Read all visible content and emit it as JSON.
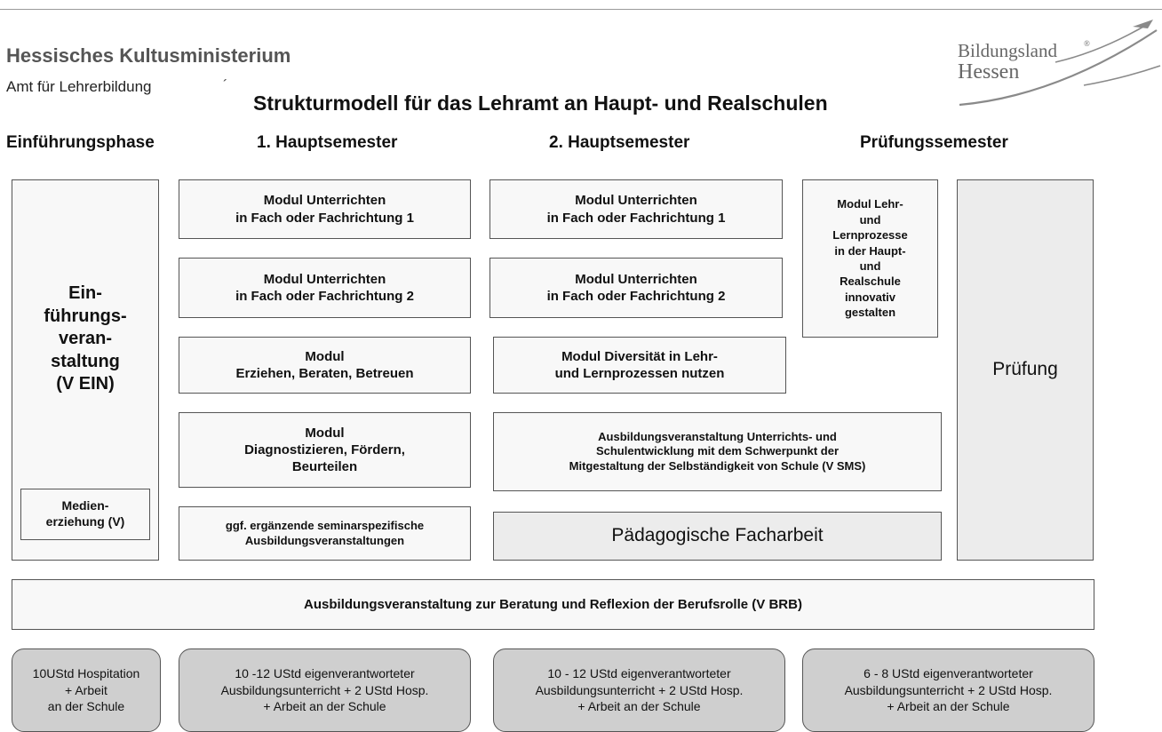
{
  "header": {
    "ministry": "Hessisches Kultusministerium",
    "office": "Amt für Lehrerbildung",
    "tick": "´",
    "title": "Strukturmodell für das Lehramt an Haupt- und Realschulen",
    "logo": {
      "line1": "Bildungsland",
      "line2": "Hessen",
      "registered": "®"
    }
  },
  "phases": {
    "intro": "Einführungsphase",
    "sem1": "1. Hauptsemester",
    "sem2": "2. Hauptsemester",
    "exam": "Prüfungssemester"
  },
  "boxes": {
    "intro_event": "Ein-\nführungs-\nveran-\nstaltung\n(V EIN)",
    "media": "Medien-\nerziehung (V)",
    "s1_m1": "Modul Unterrichten\nin Fach oder Fachrichtung 1",
    "s1_m2": "Modul Unterrichten\nin Fach oder Fachrichtung 2",
    "s1_m3": "Modul\nErziehen, Beraten, Betreuen",
    "s1_m4": "Modul\nDiagnostizieren, Fördern,\nBeurteilen",
    "s1_m5": "ggf. ergänzende seminarspezifische\nAusbildungsveranstaltungen",
    "s2_m1": "Modul Unterrichten\nin Fach oder Fachrichtung 1",
    "s2_m2": "Modul Unterrichten\nin Fach oder Fachrichtung 2",
    "s2_m3": "Modul Diversität in Lehr-\nund Lernprozessen nutzen",
    "s2_sms": "Ausbildungsveranstaltung Unterrichts- und\nSchulentwicklung mit dem Schwerpunkt der\nMitgestaltung der Selbständigkeit von Schule (V SMS)",
    "facharbeit": "Pädagogische Facharbeit",
    "exam_module": "Modul Lehr-\nund\nLernprozesse\nin der Haupt-\nund\nRealschule\ninnovativ\ngestalten",
    "exam": "Prüfung",
    "brb": "Ausbildungsveranstaltung zur Beratung und Reflexion der Berufsrolle  (V BRB)"
  },
  "footer": {
    "p1": "10UStd Hospitation\n+ Arbeit\nan der Schule",
    "p2": "10 -12 UStd eigenverantworteter\nAusbildungsunterricht + 2 UStd Hosp.\n+ Arbeit an der Schule",
    "p3": "10 - 12 UStd eigenverantworteter\nAusbildungsunterricht + 2 UStd Hosp.\n+ Arbeit an der Schule",
    "p4": "6 -  8 UStd eigenverantworteter\nAusbildungsunterricht + 2 UStd Hosp.\n+ Arbeit an der Schule"
  }
}
